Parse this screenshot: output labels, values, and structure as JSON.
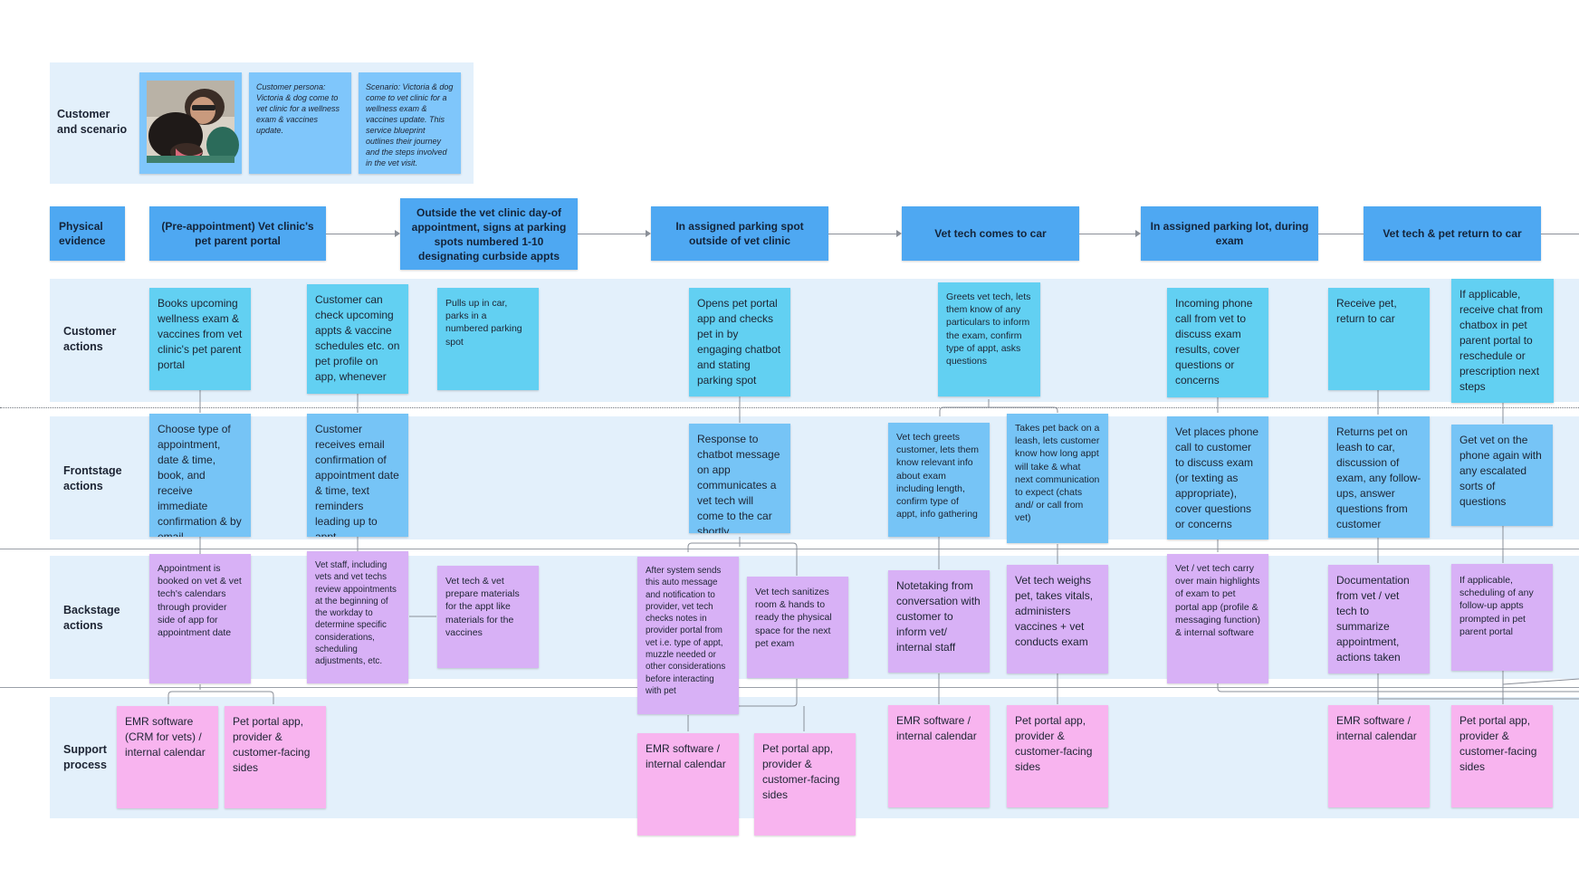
{
  "rows": {
    "customer_scenario": "Customer\nand scenario",
    "physical_evidence": "Physical\nevidence",
    "customer_actions": "Customer\nactions",
    "frontstage_actions": "Frontstage\nactions",
    "backstage_actions": "Backstage\nactions",
    "support_process": "Support\nprocess"
  },
  "scenario": {
    "persona": "Customer persona:\nVictoria & dog come to vet clinic for a wellness exam & vaccines update.",
    "scenario": "Scenario: Victoria & dog come to vet clinic for a wellness exam & vaccines update. This service blueprint outlines their journey and the steps involved in the vet visit."
  },
  "physical_evidence": [
    "(Pre-appointment) Vet clinic's pet parent portal",
    "Outside the vet clinic day-of appointment, signs at parking spots numbered 1-10 designating curbside appts",
    "In assigned parking spot outside of vet clinic",
    "Vet tech comes to car",
    "In assigned parking lot, during exam",
    "Vet tech & pet return to car"
  ],
  "customer_actions": [
    "Books upcoming wellness exam & vaccines from vet clinic's pet parent portal",
    "Customer can check upcoming appts & vaccine schedules etc. on pet profile on app, whenever",
    "Pulls up in car, parks in a numbered parking spot",
    "Opens pet portal app and checks pet in by engaging chatbot and stating parking spot",
    "Greets vet tech, lets them know of any particulars to inform the exam, confirm type of appt, asks questions",
    "Incoming phone call from vet to discuss exam results, cover questions or concerns",
    "Receive pet, return to car",
    "If applicable, receive chat from chatbox in pet parent portal to reschedule or prescription next steps"
  ],
  "frontstage_actions": [
    "Choose type of appointment, date & time, book, and receive immediate confirmation & by email",
    "Customer receives email confirmation of appointment date & time, text reminders leading up to appt",
    "Response to chatbot message on app communicates a vet tech will come to the car shortly",
    "Vet tech greets customer, lets them know relevant info about exam including length, confirm type of appt, info gathering",
    "Takes pet back on a leash, lets customer know how long appt will take & what next communication to expect (chats and/ or call from vet)",
    "Vet places phone call to customer to discuss exam (or texting as appropriate), cover questions or concerns",
    "Returns pet on leash to car, discussion of exam, any follow-ups, answer questions from customer",
    "Get vet on the phone again with any escalated sorts of questions"
  ],
  "backstage_actions": [
    "Appointment is booked on vet & vet tech's calendars through provider side of app for appointment date",
    "Vet staff, including vets and vet techs review appointments at the beginning of the workday to determine specific considerations, scheduling adjustments, etc.",
    "Vet tech & vet prepare materials for the appt like materials for the vaccines",
    "After system sends this auto message and notification to provider, vet tech checks notes in provider portal from vet i.e. type of appt, muzzle needed or other considerations before interacting with pet",
    "Vet tech sanitizes room & hands to ready the physical space for the next pet exam",
    "Notetaking from conversation with customer to inform vet/ internal staff",
    "Vet tech weighs pet, takes vitals, administers vaccines + vet conducts exam",
    "Vet / vet tech carry over main highlights of exam to pet portal app (profile & messaging function) & internal software",
    "Documentation from vet / vet tech to summarize appointment, actions taken",
    "If applicable, scheduling of any follow-up appts prompted in pet parent portal"
  ],
  "support_process": [
    "EMR software (CRM for vets) / internal calendar",
    "Pet portal app, provider & customer-facing sides",
    "EMR software / internal calendar",
    "Pet portal app, provider & customer-facing sides",
    "EMR software / internal calendar",
    "Pet portal app, provider & customer-facing sides",
    "EMR software / internal calendar",
    "Pet portal app, provider & customer-facing sides"
  ],
  "colors": {
    "band": "#e3f0fb",
    "physical_evidence": "#4ea8f2",
    "customer_card": "#62d0f2",
    "frontstage_card": "#76c4f6",
    "backstage_card": "#d8b1f6",
    "support_card": "#f8b4ef"
  }
}
